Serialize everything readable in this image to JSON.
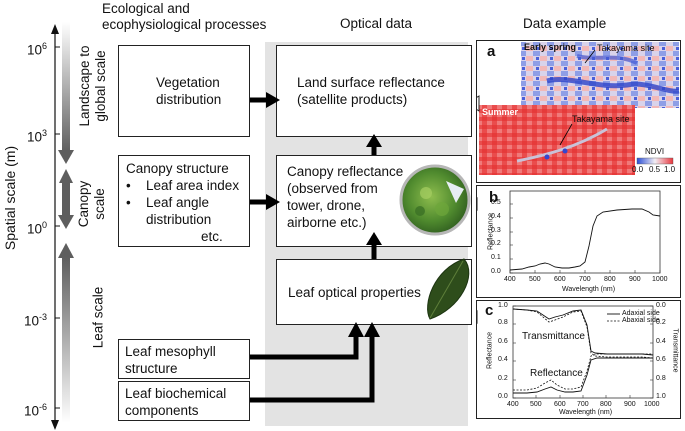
{
  "headers": {
    "processes": "Ecological and\necophysiological processes",
    "optical": "Optical data",
    "example": "Data example"
  },
  "axis": {
    "label": "Spatial scale (m)",
    "ticks": [
      {
        "base": "10",
        "exp": "6"
      },
      {
        "base": "10",
        "exp": "3"
      },
      {
        "base": "10",
        "exp": "0"
      },
      {
        "base": "10",
        "exp": "-3"
      },
      {
        "base": "10",
        "exp": "-6"
      }
    ]
  },
  "scales": {
    "landscape": "Landscape to\nglobal scale",
    "canopy": "Canopy\nscale",
    "leaf": "Leaf scale"
  },
  "processes": {
    "vegetation": "Vegetation\ndistribution",
    "canopy_structure": {
      "title": "Canopy structure",
      "bullet1": "Leaf area index",
      "bullet2": "Leaf angle\ndistribution",
      "etc": "etc."
    },
    "mesophyll": "Leaf mesophyll\nstructure",
    "biochemical": "Leaf biochemical\ncomponents"
  },
  "optical": {
    "land_surface": "Land surface reflectance\n(satellite products)",
    "canopy_reflectance": "Canopy reflectance\n(observed from\ntower, drone,\nairborne etc.)",
    "leaf_optical": "Leaf optical properties"
  },
  "panel_a": {
    "letter": "a",
    "early_spring": "Early spring",
    "summer": "Summer",
    "site1": "Takayama site",
    "site2": "Takayama site",
    "ndvi": "NDVI",
    "ndvi_ticks": [
      "0.0",
      "0.5",
      "1.0"
    ],
    "colors": {
      "low": "#2c4fd6",
      "mid": "#f2eef4",
      "high": "#e8363d"
    }
  },
  "panel_b": {
    "letter": "b",
    "ylabel": "Reflectance",
    "xlabel": "Wavelength (nm)",
    "xticks": [
      "400",
      "500",
      "600",
      "700",
      "800",
      "900",
      "1000"
    ],
    "yticks": [
      "0.0",
      "0.1",
      "0.2",
      "0.3",
      "0.4",
      "0.5"
    ]
  },
  "panel_c": {
    "letter": "c",
    "ylabel_left": "Reflectance",
    "ylabel_right": "Transmittance",
    "xlabel": "Wavelength (nm)",
    "xticks": [
      "400",
      "500",
      "600",
      "700",
      "800",
      "900",
      "1000"
    ],
    "yticks_left": [
      "0.0",
      "0.2",
      "0.4",
      "0.6",
      "0.8",
      "1.0"
    ],
    "yticks_right": [
      "1.0",
      "0.8",
      "0.6",
      "0.4",
      "0.2",
      "0.0"
    ],
    "legend1": "Adaxial side",
    "legend2": "Abaxial side",
    "transmittance": "Transmittance",
    "reflectance": "Reflectance"
  }
}
